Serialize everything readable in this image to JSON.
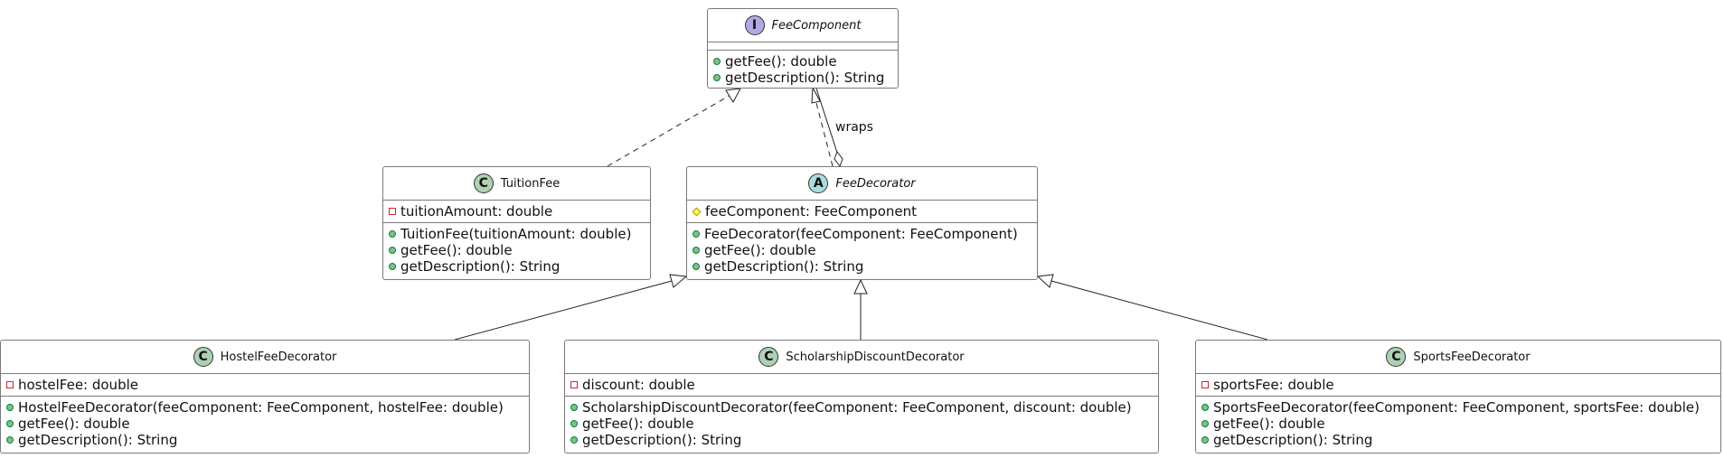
{
  "classes": {
    "fee_component": {
      "stereotype": "I",
      "name": "FeeComponent",
      "attributes": [],
      "methods": [
        "getFee(): double",
        "getDescription(): String"
      ]
    },
    "tuition_fee": {
      "stereotype": "C",
      "name": "TuitionFee",
      "attributes": [
        "tuitionAmount: double"
      ],
      "methods": [
        "TuitionFee(tuitionAmount: double)",
        "getFee(): double",
        "getDescription(): String"
      ]
    },
    "fee_decorator": {
      "stereotype": "A",
      "name": "FeeDecorator",
      "attributes": [
        "feeComponent: FeeComponent"
      ],
      "methods": [
        "FeeDecorator(feeComponent: FeeComponent)",
        "getFee(): double",
        "getDescription(): String"
      ]
    },
    "hostel_fee_decorator": {
      "stereotype": "C",
      "name": "HostelFeeDecorator",
      "attributes": [
        "hostelFee: double"
      ],
      "methods": [
        "HostelFeeDecorator(feeComponent: FeeComponent, hostelFee: double)",
        "getFee(): double",
        "getDescription(): String"
      ]
    },
    "scholarship_discount_decorator": {
      "stereotype": "C",
      "name": "ScholarshipDiscountDecorator",
      "attributes": [
        "discount: double"
      ],
      "methods": [
        "ScholarshipDiscountDecorator(feeComponent: FeeComponent, discount: double)",
        "getFee(): double",
        "getDescription(): String"
      ]
    },
    "sports_fee_decorator": {
      "stereotype": "C",
      "name": "SportsFeeDecorator",
      "attributes": [
        "sportsFee: double"
      ],
      "methods": [
        "SportsFeeDecorator(feeComponent: FeeComponent, sportsFee: double)",
        "getFee(): double",
        "getDescription(): String"
      ]
    }
  },
  "relations": {
    "wraps_label": "wraps"
  },
  "colors": {
    "class_badge": "#add1b2",
    "abstract_badge": "#a9dcdf",
    "interface_badge": "#b4a7e5",
    "public_marker": "#84be84",
    "private_marker": "#c82930",
    "protected_marker": "#ffff44"
  }
}
